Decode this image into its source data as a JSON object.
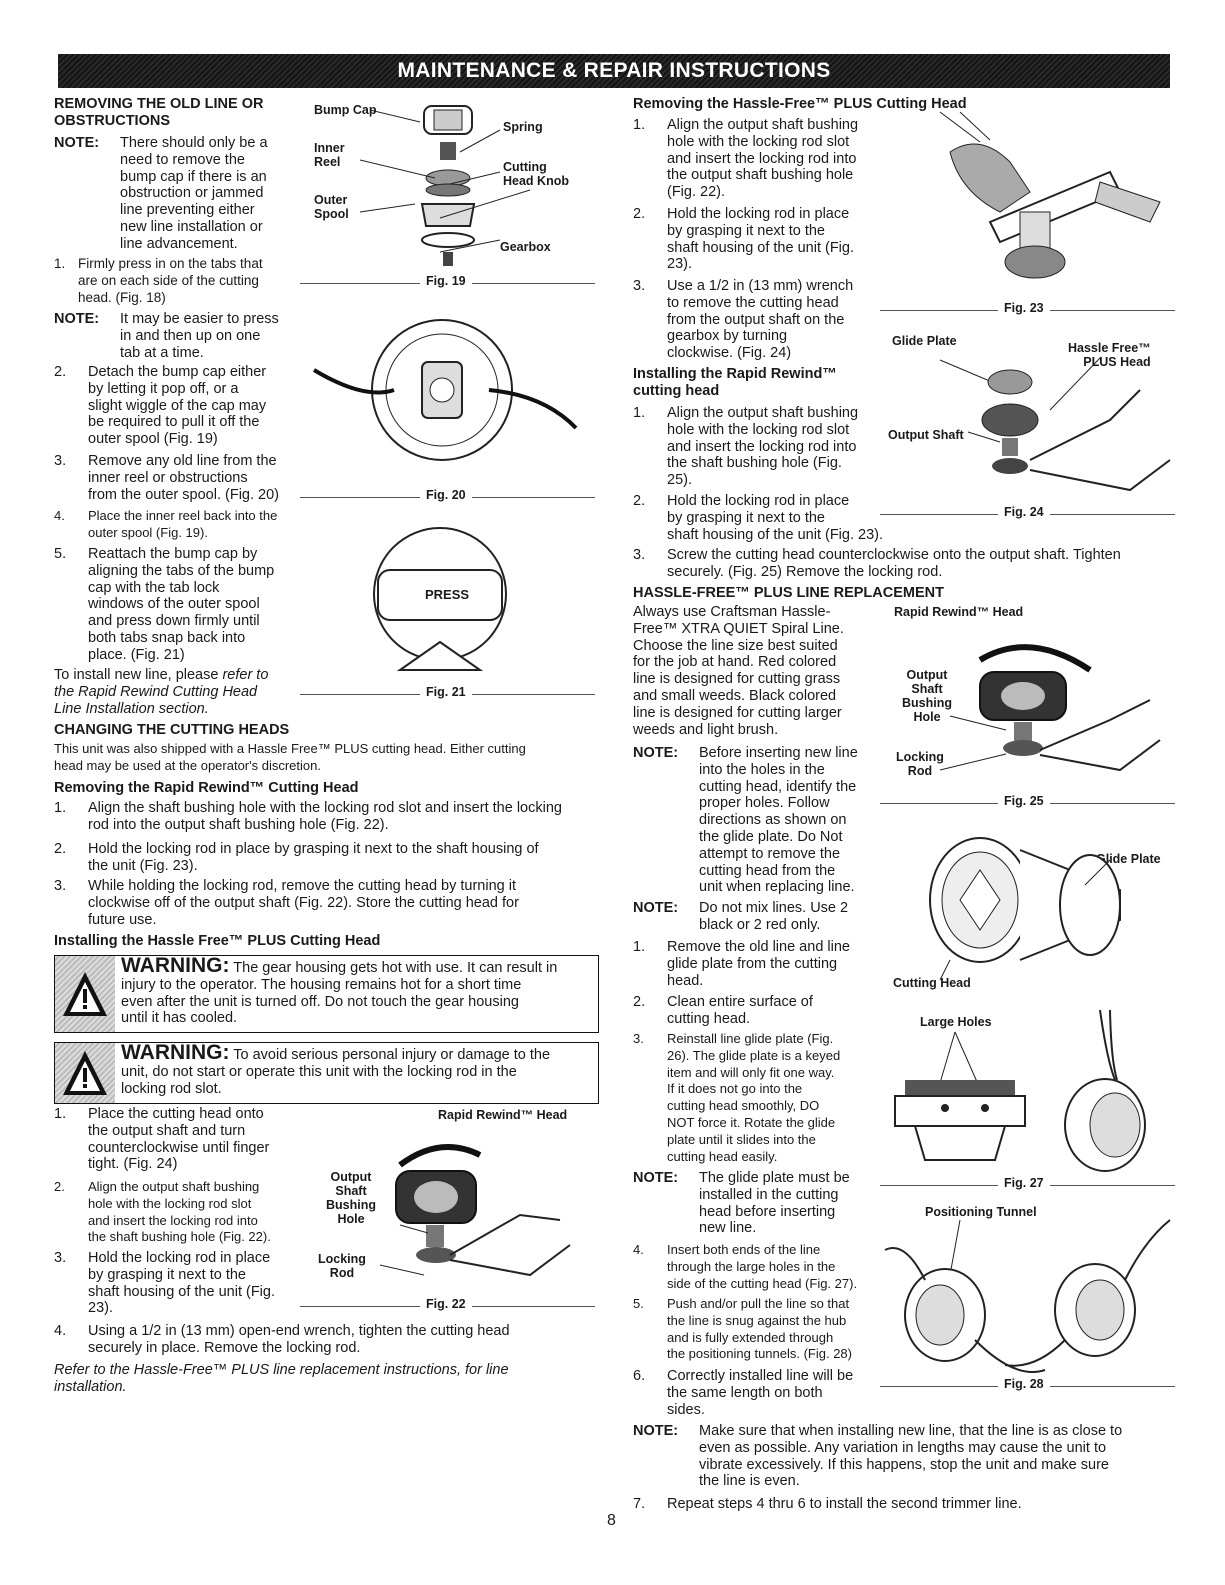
{
  "banner": "MAINTENANCE & REPAIR INSTRUCTIONS",
  "page_number": "8",
  "left": {
    "h_removing_1": "REMOVING THE OLD LINE OR",
    "h_removing_2": "OBSTRUCTIONS",
    "note1_key": "NOTE:",
    "note1_lines": [
      "There should only be a",
      "need to remove the",
      "bump cap if there is an",
      "obstruction or jammed",
      "line preventing either",
      "new line installation or",
      "line advancement."
    ],
    "s1_num": "1.",
    "s1_lines": [
      "Firmly press in on the tabs that",
      "are on each side of the cutting",
      "head. (Fig. 18)"
    ],
    "note2_key": "NOTE:",
    "note2_lines": [
      "It may be easier to press",
      "in and then up on one",
      "tab at a time."
    ],
    "s2_num": "2.",
    "s2_lines": [
      "Detach the bump cap either",
      "by letting it pop off, or a",
      "slight wiggle of the cap may",
      "be required to pull it off the",
      "outer spool (Fig. 19)"
    ],
    "s3_num": "3.",
    "s3_lines": [
      "Remove any old line from the",
      "inner reel or obstructions",
      "from the outer spool. (Fig. 20)"
    ],
    "s4_num": "4.",
    "s4_lines": [
      "Place the inner reel back into the",
      "outer spool (Fig. 19)."
    ],
    "s5_num": "5.",
    "s5_lines": [
      "Reattach the bump cap by",
      "aligning the tabs of the bump",
      "cap with the tab lock",
      "windows of the outer spool",
      "and press down firmly until",
      "both tabs snap back into",
      "place. (Fig. 21)"
    ],
    "install_1a": "To install new line, please ",
    "install_1b": "refer to",
    "install_2": "the Rapid Rewind Cutting Head",
    "install_3": "Line Installation section.",
    "h_changing": "CHANGING THE CUTTING HEADS",
    "changing_lines": [
      "This unit was also shipped with a Hassle Free™ PLUS cutting head. Either cutting",
      "head may be used at the operator's discretion."
    ],
    "h_remove_rr": "Removing the Rapid Rewind™ Cutting Head",
    "rr1_num": "1.",
    "rr1_lines": [
      "Align the shaft bushing hole with the locking rod slot and insert the locking",
      "rod into the output shaft bushing hole (Fig. 22)."
    ],
    "rr2_num": "2.",
    "rr2_lines": [
      "Hold the locking rod in place by grasping it next to the shaft housing of",
      "the unit (Fig. 23)."
    ],
    "rr3_num": "3.",
    "rr3_lines": [
      "While holding the locking rod, remove the cutting head by turning it",
      "clockwise off of the output shaft (Fig. 22). Store the cutting head for",
      "future use."
    ],
    "h_install_hf": "Installing the Hassle Free™ PLUS Cutting Head",
    "warn1_title": "WARNING:",
    "warn1_lines": [
      " The gear housing gets hot with use. It can result in",
      "injury to the operator. The housing remains hot for a short time",
      "even after the unit is turned off. Do not touch the gear housing",
      "until it has cooled."
    ],
    "warn2_title": "WARNING:",
    "warn2_lines": [
      " To avoid serious personal injury or damage to the",
      "unit, do not start or operate this unit with the locking rod in the",
      "locking rod slot."
    ],
    "hf1_num": "1.",
    "hf1_lines": [
      "Place the cutting head  onto",
      "the output shaft and turn",
      "counterclockwise until finger",
      "tight. (Fig. 24)"
    ],
    "hf2_num": "2.",
    "hf2_lines": [
      "Align the output shaft bushing",
      "hole with the locking rod slot",
      "and insert the locking rod into",
      "the shaft bushing hole (Fig. 22)."
    ],
    "hf3_num": "3.",
    "hf3_lines": [
      "Hold the locking rod in place",
      "by grasping it next to the",
      "shaft housing of the unit (Fig.",
      "23)."
    ],
    "hf4_num": "4.",
    "hf4_lines": [
      "Using a 1/2 in (13 mm) open-end wrench, tighten the cutting head",
      "securely in place. Remove the locking rod."
    ],
    "refer_lines": [
      "Refer to the Hassle-Free™ PLUS line replacement instructions, for line",
      "installation."
    ]
  },
  "right": {
    "h_remove_hf": "Removing the Hassle-Free™ PLUS Cutting Head",
    "r1_num": "1.",
    "r1_lines": [
      "Align the output shaft bushing",
      "hole with the locking rod slot",
      "and insert the locking rod into",
      "the output shaft bushing hole",
      "(Fig. 22)."
    ],
    "r2_num": "2.",
    "r2_lines": [
      "Hold the locking rod in place",
      "by grasping it next to the",
      "shaft housing of the unit (Fig.",
      "23)."
    ],
    "r3_num": "3.",
    "r3_lines": [
      "Use a 1/2 in (13 mm) wrench",
      "to remove the cutting head",
      "from the output shaft on the",
      "gearbox by turning",
      "clockwise. (Fig. 24)"
    ],
    "h_install_rr_1": "Installing the Rapid Rewind™",
    "h_install_rr_2": "cutting head",
    "i1_num": "1.",
    "i1_lines": [
      "Align the output shaft bushing",
      "hole with the locking rod slot",
      "and insert the locking rod into",
      "the shaft bushing hole (Fig.",
      "25)."
    ],
    "i2_num": "2.",
    "i2_lines": [
      "Hold the locking rod in place",
      "by grasping it next to the",
      "shaft housing of the unit (Fig. 23)."
    ],
    "i3_num": "3.",
    "i3_lines": [
      "Screw the cutting head counterclockwise onto the output shaft. Tighten",
      "securely. (Fig. 25) Remove the locking rod."
    ],
    "h_hf_line": "HASSLE-FREE™ PLUS LINE REPLACEMENT",
    "always_lines": [
      "Always use Craftsman Hassle-",
      "Free™ XTRA QUIET Spiral Line.",
      "Choose the line size best suited",
      "for the job at hand. Red colored",
      "line is designed for cutting grass",
      "and small weeds. Black colored",
      "line is designed for cutting larger",
      "weeds and light brush."
    ],
    "n1_key": "NOTE:",
    "n1_lines": [
      "Before inserting new line",
      "into the holes in the",
      "cutting head, identify the",
      "proper holes. Follow",
      "directions as shown on",
      "the glide plate. Do Not",
      "attempt to remove the",
      "cutting head from the",
      "unit when replacing line."
    ],
    "n2_key": "NOTE:",
    "n2_lines": [
      "Do not mix lines. Use 2",
      "black or 2 red only."
    ],
    "l1_num": "1.",
    "l1_lines": [
      "Remove the old line and line",
      "glide plate from the cutting",
      "head."
    ],
    "l2_num": "2.",
    "l2_lines": [
      "Clean entire surface of",
      "cutting head."
    ],
    "l3_num": "3.",
    "l3_lines": [
      "Reinstall line glide plate (Fig.",
      "26). The glide plate is a keyed",
      "item and will only fit one way.",
      "If it does not go into the",
      "cutting head smoothly, DO",
      "NOT force it. Rotate the glide",
      "plate until it slides into the",
      "cutting head easily."
    ],
    "n3_key": "NOTE:",
    "n3_lines": [
      "The glide plate must be",
      "installed in the cutting",
      "head before inserting",
      "new line."
    ],
    "l4_num": "4.",
    "l4_lines": [
      "Insert both ends of the line",
      "through the large holes in the",
      "side of the cutting head (Fig. 27)."
    ],
    "l5_num": "5.",
    "l5_lines": [
      "Push and/or pull the line so that",
      "the line is snug against the hub",
      "and is fully extended through",
      "the positioning tunnels. (Fig. 28)"
    ],
    "l6_num": "6.",
    "l6_lines": [
      "Correctly installed line will be",
      "the same length on both",
      "sides."
    ],
    "n4_key": "NOTE:",
    "n4_lines": [
      "Make sure that when installing new line, that the line is as close to",
      "even as possible. Any variation in lengths may cause the unit to",
      "vibrate excessively. If this happens, stop the unit and make sure",
      "the line is even."
    ],
    "l7_num": "7.",
    "l7_lines": [
      "Repeat steps 4 thru 6 to install the second trimmer line."
    ]
  },
  "figures": {
    "fig19": "Fig. 19",
    "fig20": "Fig. 20",
    "fig21": "Fig. 21",
    "fig22": "Fig. 22",
    "fig23": "Fig. 23",
    "fig24": "Fig. 24",
    "fig25": "Fig. 25",
    "fig27": "Fig. 27",
    "fig28": "Fig. 28",
    "bump_cap": "Bump Cap",
    "spring": "Spring",
    "inner_reel_1": "Inner",
    "inner_reel_2": "Reel",
    "cutting_knob_1": "Cutting",
    "cutting_knob_2": "Head Knob",
    "outer_spool_1": "Outer",
    "outer_spool_2": "Spool",
    "gearbox": "Gearbox",
    "press": "PRESS",
    "rr_head": "Rapid Rewind™ Head",
    "output_1": "Output",
    "output_2": "Shaft",
    "output_3": "Bushing",
    "output_4": "Hole",
    "locking_1": "Locking",
    "locking_2": "Rod",
    "glide_plate": "Glide Plate",
    "hf_head_1": "Hassle Free™",
    "hf_head_2": "PLUS Head",
    "output_shaft": "Output Shaft",
    "cutting_head": "Cutting Head",
    "large_holes": "Large Holes",
    "positioning_tunnel": "Positioning Tunnel"
  },
  "icons": {
    "warning": "warning-triangle-icon"
  }
}
